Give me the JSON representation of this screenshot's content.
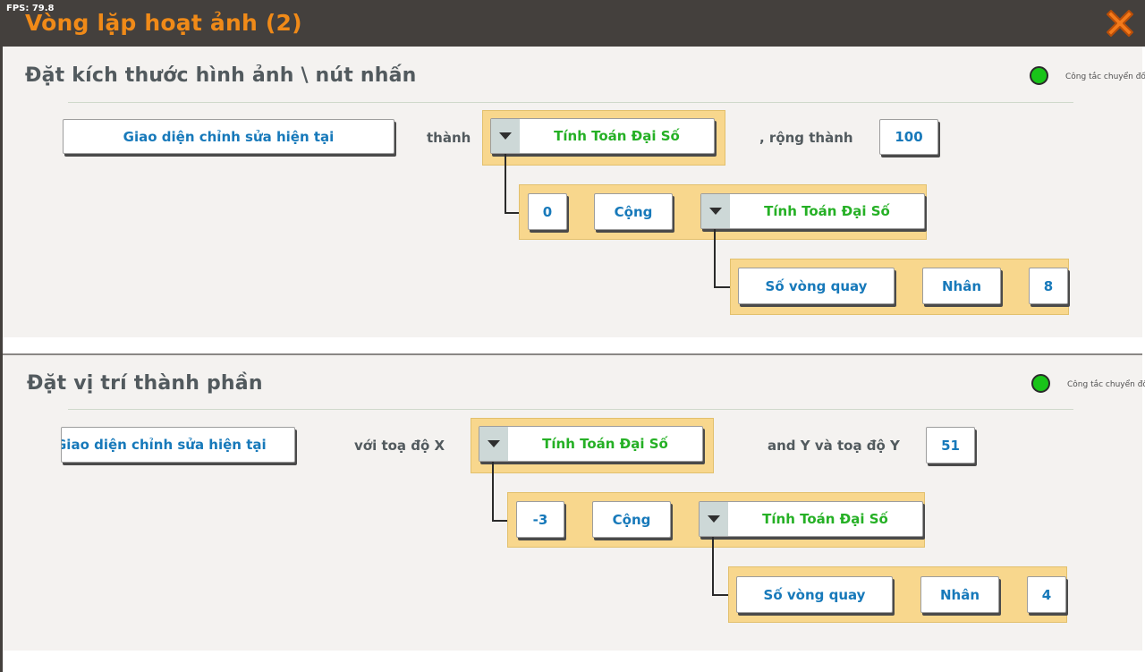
{
  "fps": "FPS: 79.8",
  "app_title": "Vòng lặp hoạt ảnh (2)",
  "toggle_label": "Công tắc chuyển đổi",
  "blocks": [
    {
      "title": "Đặt kích thước hình ảnh \\ nút nhấn",
      "target": "Giao diện chỉnh sửa hiện tại",
      "connector_1": "thành",
      "formula": "Tính Toán Đại Số",
      "connector_2": ", rộng thành",
      "value": "100",
      "nested": {
        "operand": "0",
        "operator": "Cộng",
        "formula": "Tính Toán Đại Số",
        "inner": {
          "variable": "Số vòng quay",
          "operator": "Nhân",
          "operand": "8"
        }
      }
    },
    {
      "title": "Đặt vị trí thành phần",
      "target": "Giao diện chỉnh sửa hiện tại",
      "connector_1": "với toạ độ X",
      "formula": "Tính Toán Đại Số",
      "connector_2": "and Y và toạ độ Y",
      "value": "51",
      "nested": {
        "operand": "-3",
        "operator": "Cộng",
        "formula": "Tính Toán Đại Số",
        "inner": {
          "variable": "Số vòng quay",
          "operator": "Nhân",
          "operand": "4"
        }
      }
    }
  ],
  "colors": {
    "title_bar": "#44403d",
    "title_text": "#f08a18",
    "panel": "#f4f2f0",
    "formula_bg": "#f8d78d",
    "button_text": "#1779ba",
    "formula_text": "#25b025",
    "label_text": "#525a5e",
    "toggle_on": "#19c419"
  },
  "icons": {
    "close": "close-x-icon",
    "dropdown": "triangle-down-icon"
  }
}
